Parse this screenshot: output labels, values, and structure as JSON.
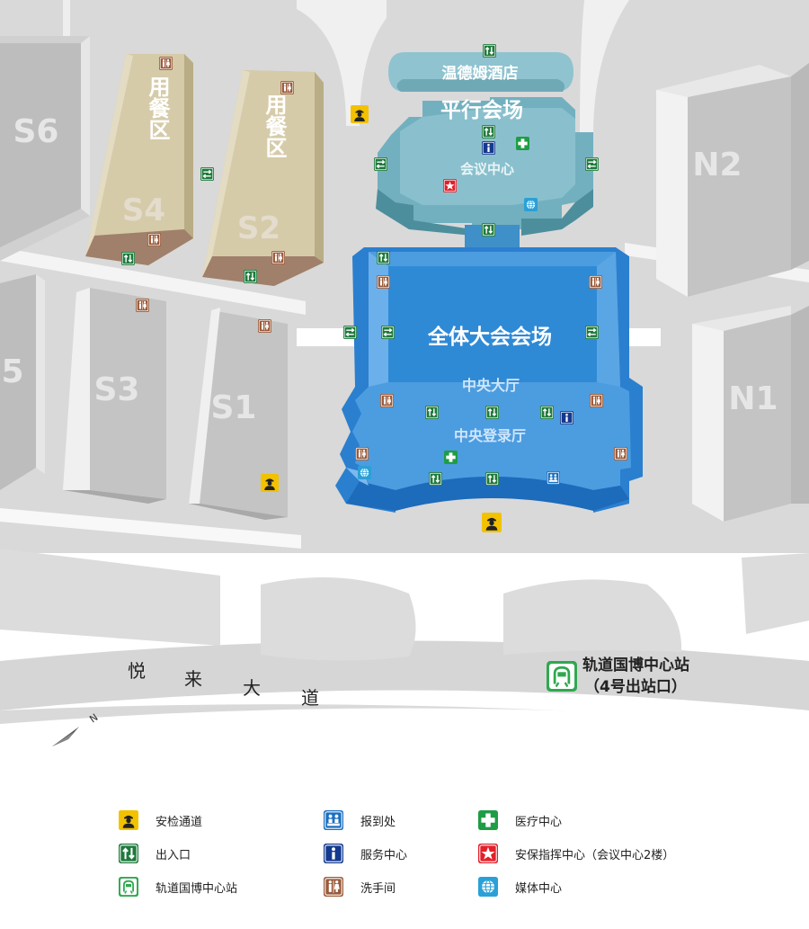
{
  "venues": {
    "hotel": "温德姆酒店",
    "parallel": "平行会场",
    "conference": "会议中心",
    "plenary": "全体大会会场",
    "central_hall": "中央大厅",
    "registration_hall": "中央登录厅",
    "dining_1": "用餐区",
    "dining_2": "用餐区"
  },
  "halls": {
    "s6": "S6",
    "s4": "S4",
    "s2": "S2",
    "s3": "S3",
    "s1": "S1",
    "s5": "5",
    "n2": "N2",
    "n1": "N1"
  },
  "road": {
    "chars": [
      "悦",
      "来",
      "大",
      "道"
    ]
  },
  "compass": {
    "north": "N"
  },
  "station": {
    "name": "轨道国博中心站",
    "exit": "（4号出站口）"
  },
  "colors": {
    "security": "#f2c200",
    "entrance": "#1e7a3c",
    "station": "#2fa84f",
    "registration": "#1a6fc0",
    "service": "#14398f",
    "restroom": "#9a5a3a",
    "medical": "#1f9d45",
    "command": "#e3202a",
    "media": "#2aa0d8",
    "plenary": "#3d8fdc",
    "conference": "#5fa9bb",
    "dining": "#cdbf9a",
    "hall": "#c9c9c9"
  },
  "legend": {
    "items": [
      {
        "icon": "security",
        "label": "安检通道"
      },
      {
        "icon": "entrance",
        "label": "出入口"
      },
      {
        "icon": "station",
        "label": "轨道国博中心站"
      },
      {
        "icon": "registration",
        "label": "报到处"
      },
      {
        "icon": "service",
        "label": "服务中心"
      },
      {
        "icon": "restroom",
        "label": "洗手间"
      },
      {
        "icon": "medical",
        "label": "医疗中心"
      },
      {
        "icon": "command",
        "label": "安保指挥中心（会议中心2楼）"
      },
      {
        "icon": "media",
        "label": "媒体中心"
      }
    ]
  }
}
